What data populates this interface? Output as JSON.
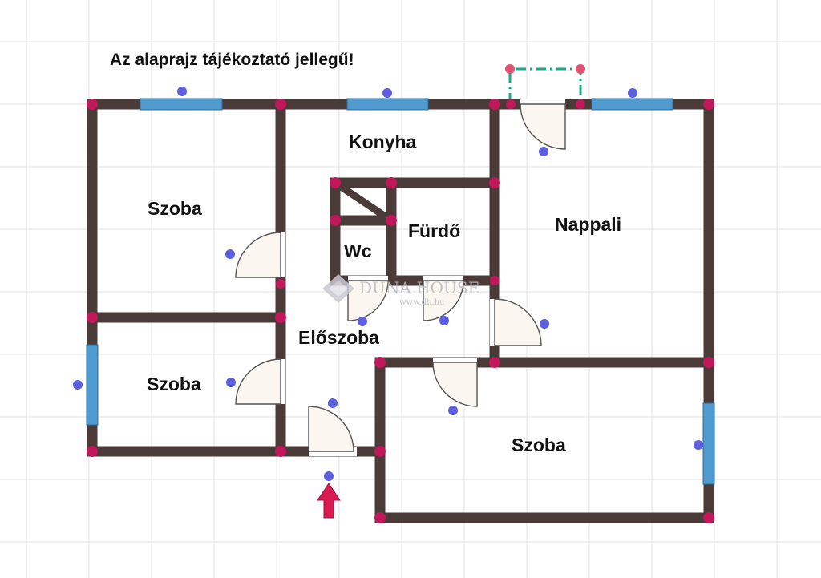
{
  "title": "Az alaprajz tájékoztató jellegű!",
  "rooms": {
    "konyha": "Konyha",
    "szoba_top_left": "Szoba",
    "wc": "Wc",
    "furdo": "Fürdő",
    "nappali": "Nappali",
    "eloszoba": "Előszoba",
    "szoba_bottom_left": "Szoba",
    "szoba_bottom_right": "Szoba"
  },
  "watermark": {
    "brand": "DUNA HOUSE",
    "url": "www.dh.hu"
  },
  "colors": {
    "wall": "#4a3b38",
    "window": "#4f9bd0",
    "node": "#c2185b",
    "handle": "#5b5fe0",
    "door_fill": "#fbf6ef",
    "arrow": "#d81b50",
    "balcony": "#1aaa88",
    "grid": "#e2e2e2"
  },
  "icons": {
    "entrance": "entrance-arrow-icon",
    "watermark": "duna-house-logo-icon"
  }
}
